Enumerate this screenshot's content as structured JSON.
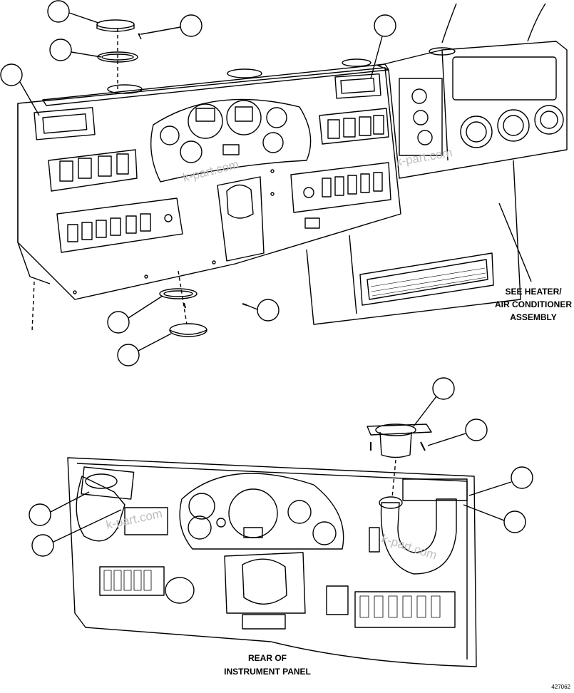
{
  "labels": {
    "heater_note": [
      "SEE HEATER/",
      "AIR CONDITIONER",
      "ASSEMBLY"
    ],
    "rear_note": [
      "REAR OF",
      "INSTRUMENT PANEL"
    ]
  },
  "watermark": "k-part.com",
  "figure_code": "427062",
  "colors": {
    "line": "#000000",
    "watermark": "#bdbdbd"
  }
}
